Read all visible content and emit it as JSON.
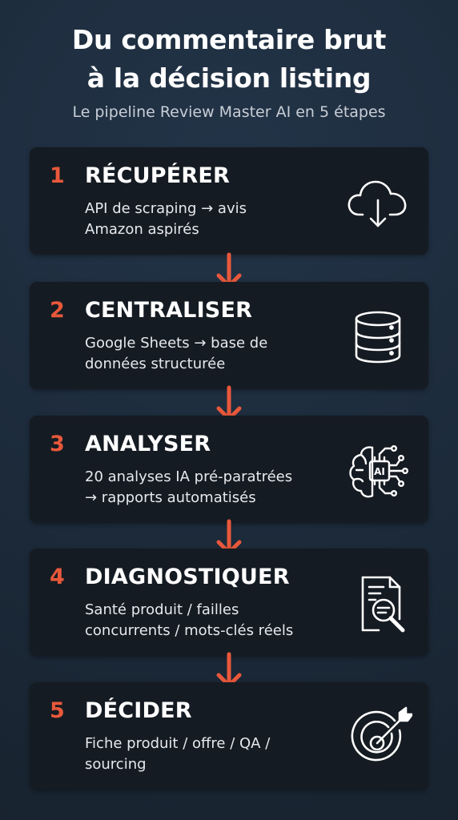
{
  "header": {
    "title_line1": "Du commentaire brut",
    "title_line2": "à la décision listing",
    "subtitle": "Le pipeline Review Master AI en 5 étapes"
  },
  "colors": {
    "accent": "#e8583b",
    "background": "#1e2c3c",
    "card": "#151b22",
    "text": "#ffffff"
  },
  "steps": [
    {
      "number": "1",
      "title": "RÉCUPÉRER",
      "desc_line1": "API de scraping → avis",
      "desc_line2": "Amazon aspirés",
      "icon": "cloud-download-icon"
    },
    {
      "number": "2",
      "title": "CENTRALISER",
      "desc_line1": "Google Sheets → base de",
      "desc_line2": "données structurée",
      "icon": "database-icon"
    },
    {
      "number": "3",
      "title": "ANALYSER",
      "desc_line1": "20 analyses IA pré-paratrées",
      "desc_line2": "→ rapports automatisés",
      "icon_label": "AI",
      "icon": "ai-brain-icon"
    },
    {
      "number": "4",
      "title": "DIAGNOSTIQUER",
      "desc_line1": "Santé produit / failles",
      "desc_line2": "concurrents / mots-clés réels",
      "icon": "document-search-icon"
    },
    {
      "number": "5",
      "title": "DÉCIDER",
      "desc_line1": "Fiche produit / offre / QA /",
      "desc_line2": "sourcing",
      "icon": "target-arrow-icon"
    }
  ]
}
